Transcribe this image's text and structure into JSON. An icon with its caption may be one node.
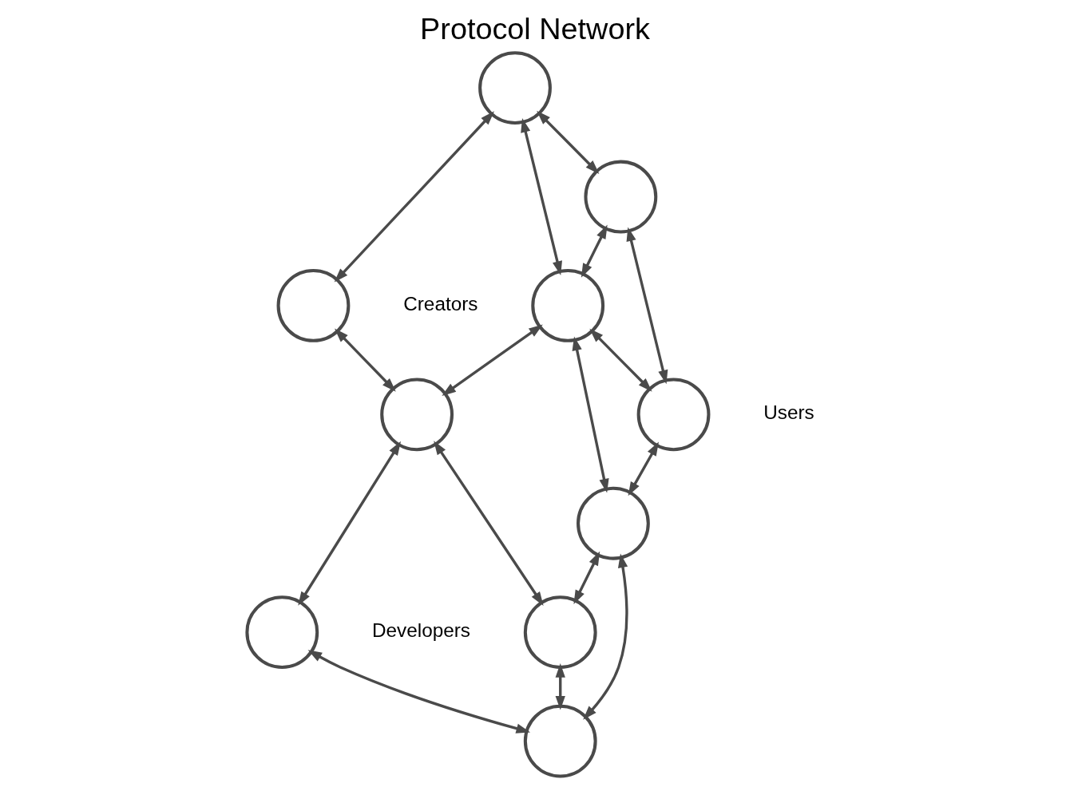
{
  "diagram": {
    "title": "Protocol Network",
    "nodes": [
      {
        "text": [],
        "shape": "circle"
      },
      {
        "text": [],
        "shape": "circle",
        "beside": [
          "Creators"
        ]
      },
      {
        "text": [],
        "shape": "circle"
      },
      {
        "text": [],
        "shape": "circle"
      },
      {
        "text": [],
        "shape": "circle"
      },
      {
        "text": [],
        "shape": "circle"
      },
      {
        "text": [],
        "shape": "circle",
        "beside": [
          "Developers"
        ]
      },
      {
        "text": [],
        "shape": "circle",
        "beside": [
          "Users"
        ]
      },
      {
        "text": [],
        "shape": "circle"
      },
      {
        "text": [],
        "shape": "circle"
      }
    ],
    "edges": [
      {
        "from": 0,
        "to": 1,
        "arrow": "both"
      },
      {
        "from": 0,
        "to": 3,
        "arrow": "both"
      },
      {
        "from": 0,
        "to": 4,
        "arrow": "both"
      },
      {
        "from": 1,
        "to": 2,
        "arrow": "both"
      },
      {
        "from": 3,
        "to": 4,
        "arrow": "both"
      },
      {
        "from": 4,
        "to": 2,
        "arrow": "both"
      },
      {
        "from": 2,
        "to": 5,
        "arrow": "both"
      },
      {
        "from": 2,
        "to": 6,
        "arrow": "both"
      },
      {
        "from": 3,
        "to": 7,
        "arrow": "both"
      },
      {
        "from": 4,
        "to": 7,
        "arrow": "both"
      },
      {
        "from": 4,
        "to": 8,
        "arrow": "both"
      },
      {
        "from": 7,
        "to": 8,
        "arrow": "both"
      },
      {
        "from": 8,
        "to": 5,
        "arrow": "both"
      },
      {
        "from": 8,
        "to": 9,
        "arrow": "both"
      },
      {
        "from": 5,
        "to": 9,
        "arrow": "both"
      },
      {
        "from": 6,
        "to": 9,
        "arrow": "both"
      }
    ]
  }
}
